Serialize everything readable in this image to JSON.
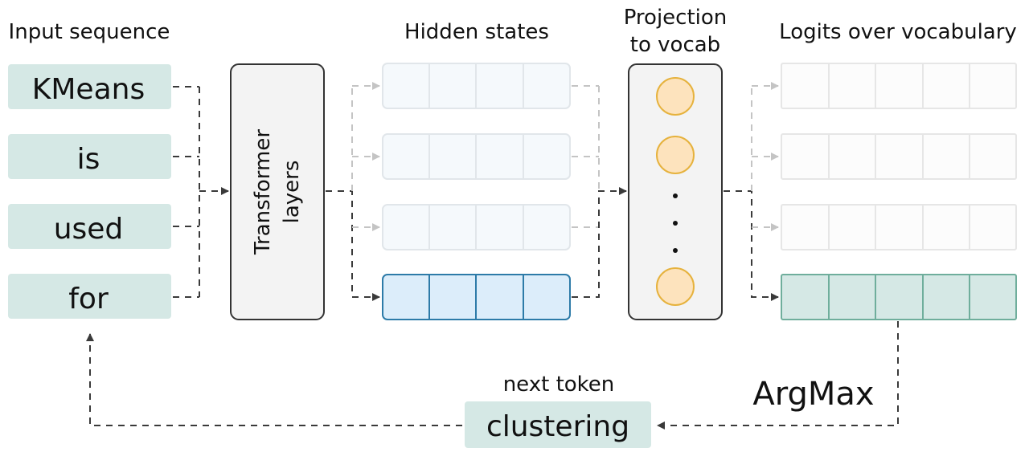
{
  "headers": {
    "input": "Input sequence",
    "hidden": "Hidden states",
    "projection_line1": "Projection",
    "projection_line2": "to vocab",
    "logits": "Logits over vocabulary"
  },
  "tokens": [
    "KMeans",
    "is",
    "used",
    "for"
  ],
  "transformer": {
    "line1": "Transformer",
    "line2": "layers"
  },
  "argmax": "ArgMax",
  "next_token": {
    "caption": "next token",
    "value": "clustering"
  },
  "colors": {
    "token_bg": "#d5e8e5",
    "hidden_active_fill": "#dcedfa",
    "hidden_active_stroke": "#2d7ba8",
    "node_fill": "#fde3bd",
    "node_stroke": "#e6b23d",
    "logit_active_fill": "#d5e8e5",
    "logit_active_stroke": "#6fae9c"
  }
}
